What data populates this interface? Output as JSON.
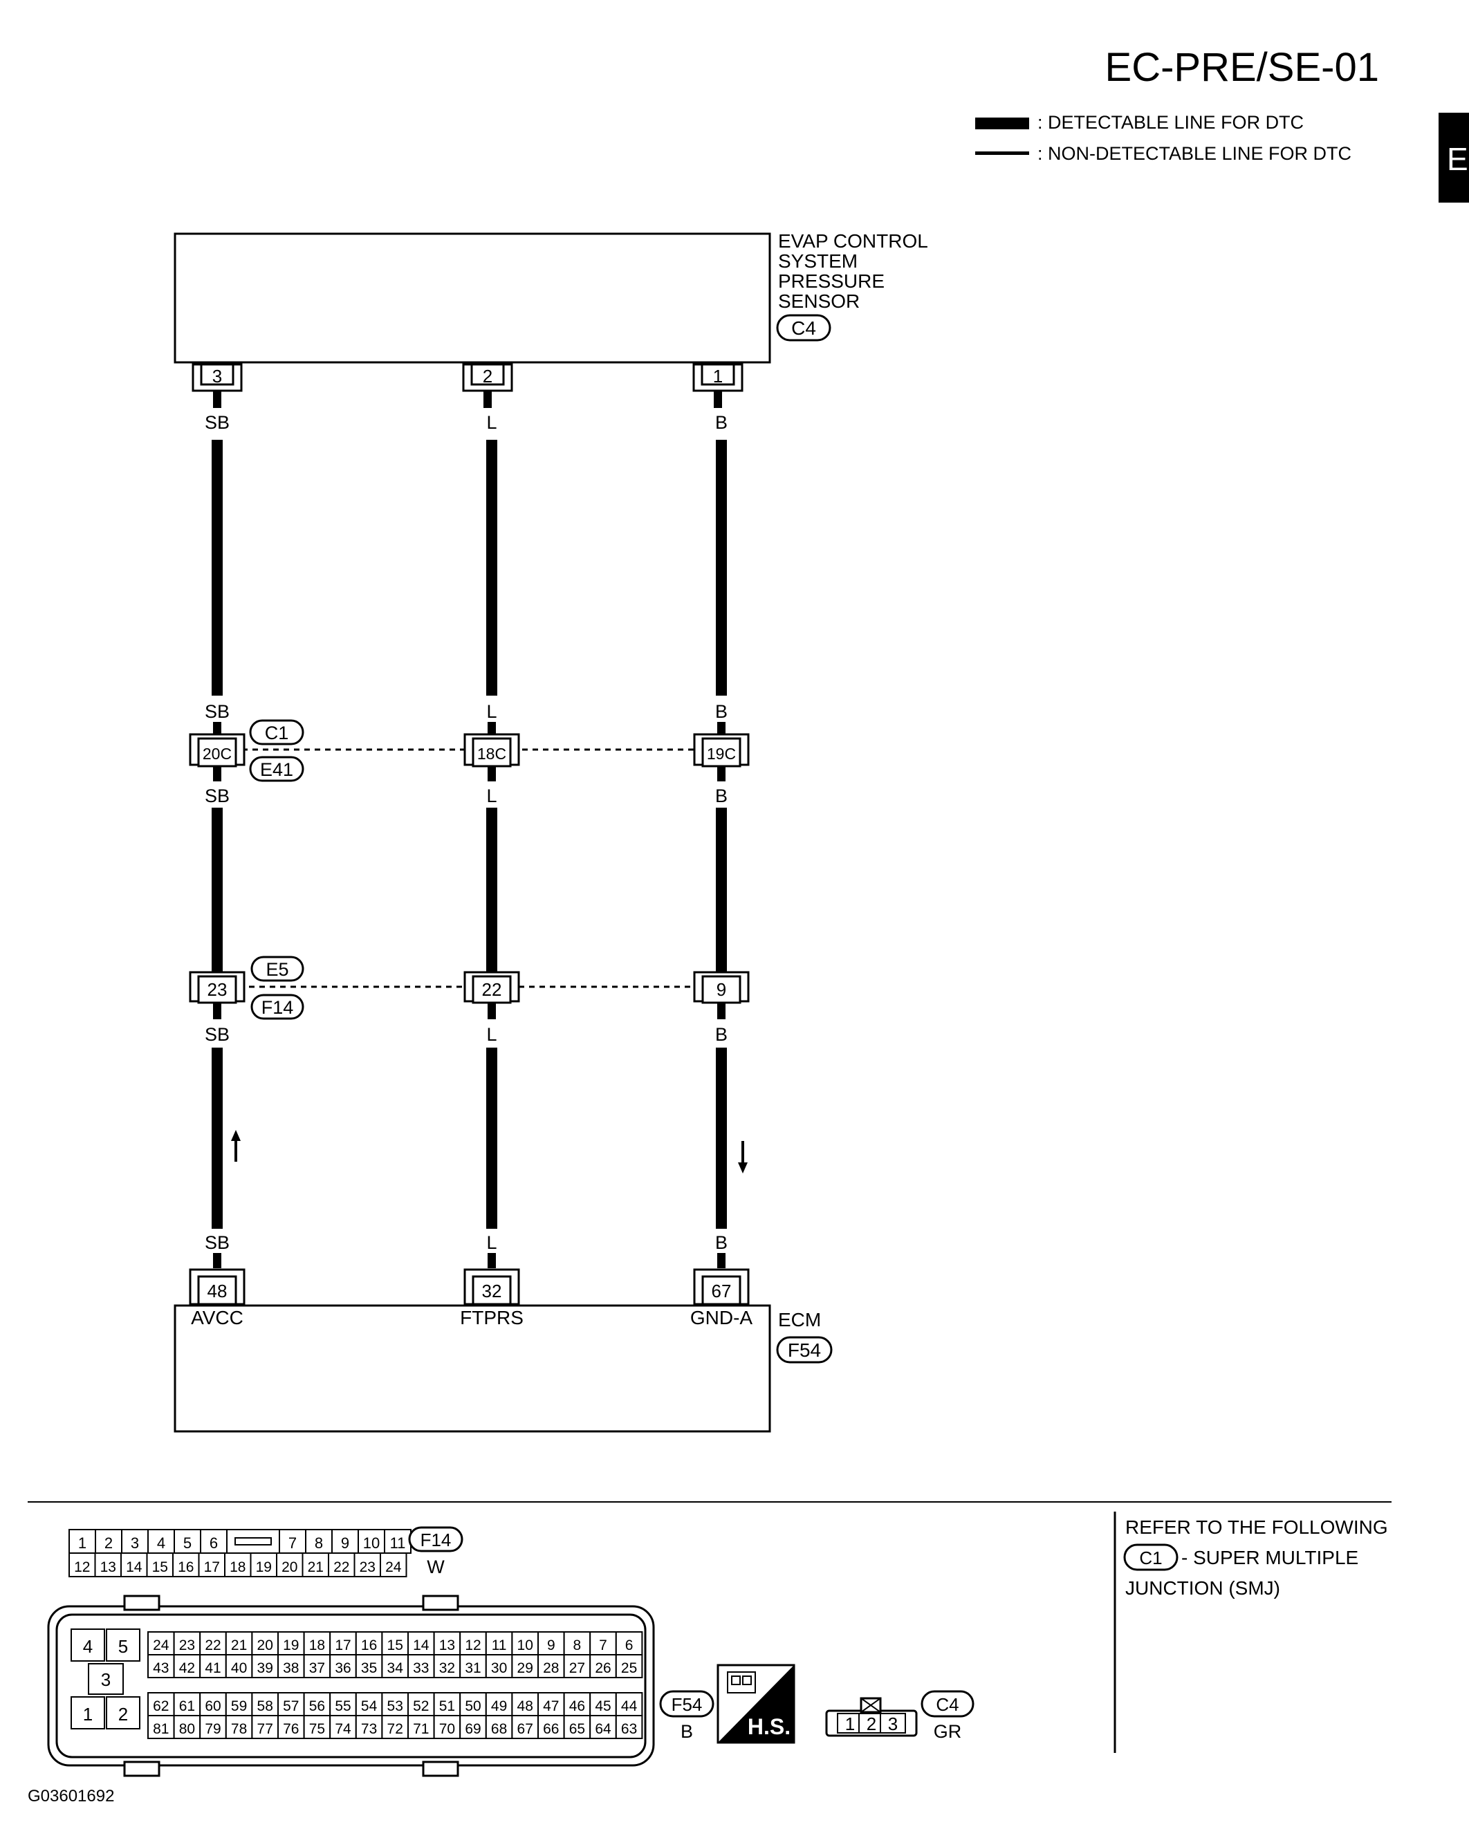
{
  "header": {
    "code": "EC-PRE/SE-01",
    "legend_detectable": ": DETECTABLE LINE FOR DTC",
    "legend_non_detectable": ": NON-DETECTABLE LINE FOR DTC",
    "edge_tab": "E"
  },
  "sensor": {
    "label_lines": [
      "EVAP CONTROL",
      "SYSTEM",
      "PRESSURE",
      "SENSOR"
    ],
    "connector": "C4",
    "pins": [
      "3",
      "2",
      "1"
    ]
  },
  "wires": [
    {
      "color": "SB",
      "sensor_pin": "3",
      "smj_pin": "20C",
      "jc_pin": "23",
      "ecm_pin": "48",
      "ecm_signal": "AVCC"
    },
    {
      "color": "L",
      "sensor_pin": "2",
      "smj_pin": "18C",
      "jc_pin": "22",
      "ecm_pin": "32",
      "ecm_signal": "FTPRS"
    },
    {
      "color": "B",
      "sensor_pin": "1",
      "smj_pin": "19C",
      "jc_pin": "9",
      "ecm_pin": "67",
      "ecm_signal": "GND-A"
    }
  ],
  "joint1": {
    "upper": "C1",
    "lower": "E41"
  },
  "joint2": {
    "upper": "E5",
    "lower": "F14"
  },
  "ecm": {
    "label": "ECM",
    "connector": "F54"
  },
  "footer": {
    "f14": {
      "id": "F14",
      "color": "W",
      "row1a": [
        "1",
        "2",
        "3",
        "4",
        "5",
        "6"
      ],
      "row1b": [
        "7",
        "8",
        "9",
        "10",
        "11"
      ],
      "row2": [
        "12",
        "13",
        "14",
        "15",
        "16",
        "17",
        "18",
        "19",
        "20",
        "21",
        "22",
        "23",
        "24"
      ]
    },
    "f54": {
      "id": "F54",
      "color": "B",
      "power_pins": [
        "4",
        "5",
        "3",
        "1",
        "2"
      ],
      "row1": [
        "24",
        "23",
        "22",
        "21",
        "20",
        "19",
        "18",
        "17",
        "16",
        "15",
        "14",
        "13",
        "12",
        "11",
        "10",
        "9",
        "8",
        "7",
        "6"
      ],
      "row2": [
        "43",
        "42",
        "41",
        "40",
        "39",
        "38",
        "37",
        "36",
        "35",
        "34",
        "33",
        "32",
        "31",
        "30",
        "29",
        "28",
        "27",
        "26",
        "25"
      ],
      "row3": [
        "62",
        "61",
        "60",
        "59",
        "58",
        "57",
        "56",
        "55",
        "54",
        "53",
        "52",
        "51",
        "50",
        "49",
        "48",
        "47",
        "46",
        "45",
        "44"
      ],
      "row4": [
        "81",
        "80",
        "79",
        "78",
        "77",
        "76",
        "75",
        "74",
        "73",
        "72",
        "71",
        "70",
        "69",
        "68",
        "67",
        "66",
        "65",
        "64",
        "63"
      ]
    },
    "hs_label": "H.S.",
    "c4": {
      "id": "C4",
      "color": "GR",
      "pins": [
        "1",
        "2",
        "3"
      ]
    },
    "refer_lines": [
      "REFER TO THE FOLLOWING",
      "- SUPER MULTIPLE",
      "JUNCTION (SMJ)"
    ],
    "refer_connector": "C1",
    "figure_id": "G03601692"
  },
  "colors": {
    "ink": "#000000",
    "paper": "#ffffff"
  }
}
